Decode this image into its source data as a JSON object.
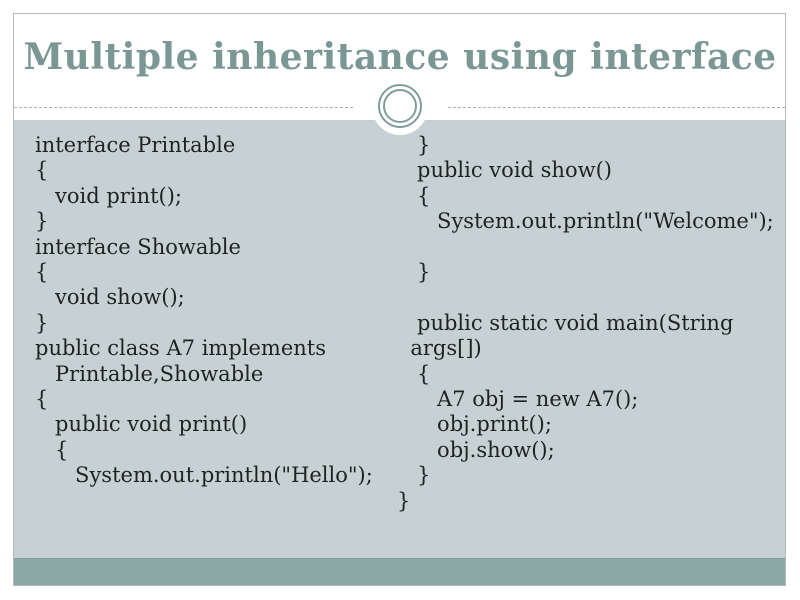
{
  "slide": {
    "title": "Multiple inheritance using interface",
    "colors": {
      "title_color": "#7b9794",
      "body_bg": "#c7d1d3",
      "accent_bar": "#8ca8a6",
      "frame_border": "#b3bab9",
      "dash_color": "#a9b2b0",
      "ring_color": "#819d9a",
      "code_color": "#1d2222"
    },
    "code": {
      "left_column": [
        "interface Printable",
        "{",
        "   void print();",
        "}",
        "interface Showable",
        "{",
        "   void show();",
        "}",
        "public class A7 implements",
        "   Printable,Showable",
        "{",
        "   public void print()",
        "   {",
        "      System.out.println(\"Hello\");"
      ],
      "right_column": [
        "   }",
        "   public void show()",
        "   {",
        "      System.out.println(\"Welcome\");",
        "",
        "   }",
        "",
        "   public static void main(String",
        "  args[])",
        "   {",
        "      A7 obj = new A7();",
        "      obj.print();",
        "      obj.show();",
        "   }",
        "}"
      ]
    }
  }
}
